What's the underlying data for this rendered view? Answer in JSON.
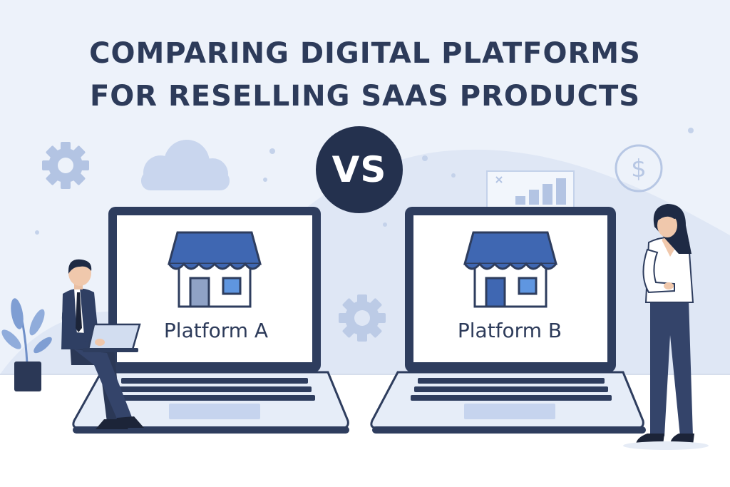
{
  "title": {
    "line1": "COMPARING DIGITAL PLATFORMS",
    "line2": "FOR RESELLING SAAS PRODUCTS"
  },
  "vs_badge": "VS",
  "platforms": [
    {
      "label": "Platform A"
    },
    {
      "label": "Platform B"
    }
  ],
  "icons": {
    "dollar": "$"
  },
  "colors": {
    "navy": "#24314e",
    "title_text": "#2d3b5a",
    "awning_blue": "#3f67b2",
    "background_light": "#edf2fa",
    "shape_light": "#d7e2f3"
  }
}
